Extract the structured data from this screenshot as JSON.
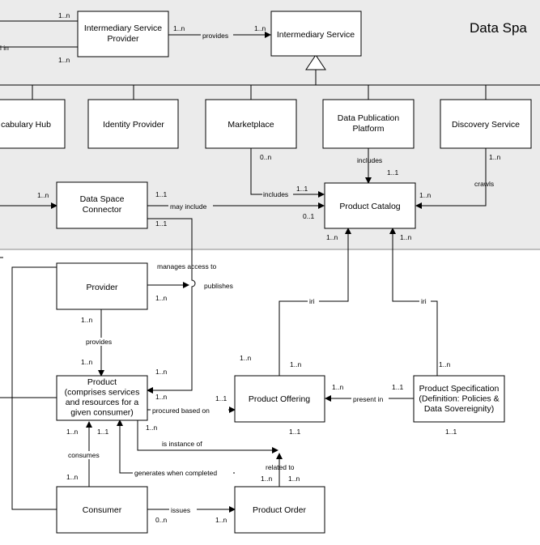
{
  "region_title": "Data Spa",
  "boxes": {
    "intermediary_service_provider": [
      "Intermediary Service",
      "Provider"
    ],
    "intermediary_service": [
      "Intermediary Service"
    ],
    "vocabulary_hub": [
      "cabulary Hub"
    ],
    "identity_provider": [
      "Identity Provider"
    ],
    "marketplace": [
      "Marketplace"
    ],
    "data_publication_platform": [
      "Data Publication",
      "Platform"
    ],
    "discovery_service": [
      "Discovery Service"
    ],
    "data_space_connector": [
      "Data Space",
      "Connector"
    ],
    "product_catalog": [
      "Product Catalog"
    ],
    "provider": [
      "Provider"
    ],
    "product": [
      "Product",
      "(comprises services",
      "and resources for a",
      "given consumer)"
    ],
    "product_offering": [
      "Product Offering"
    ],
    "product_specification": [
      "Product Specification",
      "(Definition: Policies &",
      "Data Sovereignity)"
    ],
    "consumer": [
      "Consumer"
    ],
    "product_order": [
      "Product Order"
    ]
  },
  "labels": {
    "isp_mult_top": "1..n",
    "isp_in": "l in",
    "isp_mult_bottom": "1..n",
    "provides_isp_mult": "1..n",
    "provides_isp": "provides",
    "provides_is_mult": "1..n",
    "marketplace_mult": "0..n",
    "marketplace_includes": "includes",
    "catalog_includes_mult": "1..1",
    "dpp_includes": "includes",
    "dpp_mult": "1..1",
    "discovery_mult": "1..n",
    "discovery_crawls": "crawls",
    "catalog_crawl_mult": "1..n",
    "connector_left_mult": "1..n",
    "connector_mult_right": "1..1",
    "may_include": "may include",
    "connector_mult_bottom": "1..1",
    "catalog_mult_left": "0..1",
    "catalog_mult_bottom_left": "1..n",
    "catalog_mult_bottom_right": "1..n",
    "manages_access_to": "manages access to",
    "publishes": "publishes",
    "provider_mult_right": "1..n",
    "provider_mult_bottom": "1..n",
    "provides": "provides",
    "product_mult_top": "1..n",
    "offering_pub_mult": "1..n",
    "offering_iri_mult": "1..n",
    "iri_left": "iri",
    "iri_right": "iri",
    "spec_top_mult": "1..n",
    "product_mult_conn": "1..n",
    "product_mult_right": "1..n",
    "procured_based_on": "procured based on",
    "offering_mult_left": "1..1",
    "present_in": "present in",
    "present_mult_left": "1..n",
    "present_mult_right": "1..1",
    "product_mult_bottom_right": "1..n",
    "is_instance_of": "is instance of",
    "offering_mult_bottom": "1..1",
    "spec_mult_bottom": "1..1",
    "consumes_mult_top": "1..n",
    "consumes_mult_top2": "1..1",
    "consumes": "consumes",
    "consumer_mult_top": "1..n",
    "generates_when_completed": "generates when completed",
    "related_to": "related to",
    "order_mult_left": "1..n",
    "order_mult_right": "1..n",
    "issues": "issues",
    "consumer_mult_issues": "0..n",
    "order_mult_issues": "1..n"
  }
}
